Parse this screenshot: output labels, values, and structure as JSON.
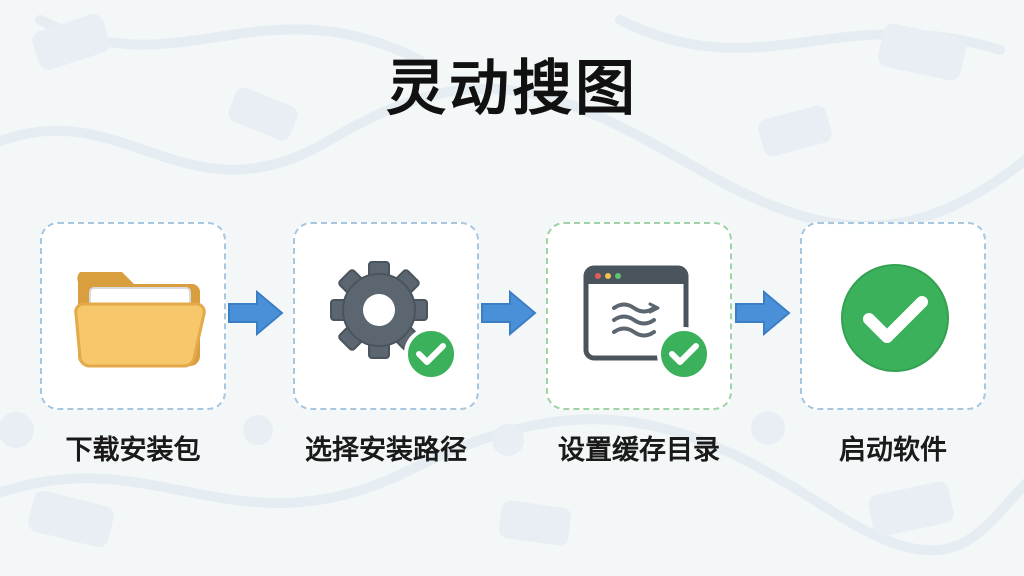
{
  "title": "灵动搜图",
  "steps": [
    {
      "label": "下载安装包",
      "icon": "folder-icon"
    },
    {
      "label": "选择安装路径",
      "icon": "gear-check-icon"
    },
    {
      "label": "设置缓存目录",
      "icon": "window-cache-check-icon"
    },
    {
      "label": "启动软件",
      "icon": "green-check-circle-icon"
    }
  ],
  "colors": {
    "box_border": "#a7c6e0",
    "box_border_active": "#9fd3a6",
    "arrow": "#4a90d9",
    "check": "#3cb15b",
    "folder": "#f6c86b"
  }
}
